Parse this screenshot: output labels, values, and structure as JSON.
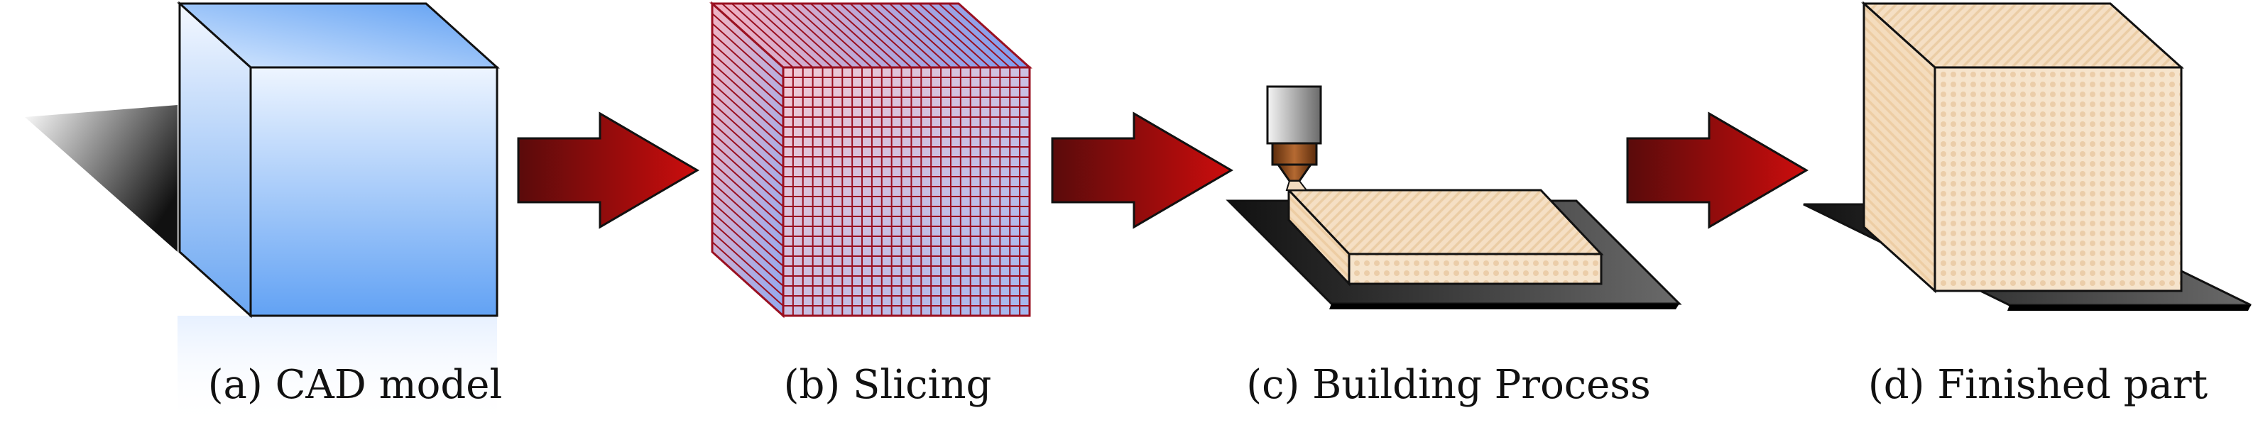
{
  "steps": [
    {
      "label": "(a) CAD model",
      "icon": "cube-icon"
    },
    {
      "label": "(b) Slicing",
      "icon": "sliced-cube-icon"
    },
    {
      "label": "(c) Building Process",
      "icon": "printer-nozzle-icon"
    },
    {
      "label": "(d) Finished part",
      "icon": "finished-cube-icon"
    }
  ],
  "colors": {
    "cube_light": "#eaf3ff",
    "cube_dark": "#6aa8f5",
    "slice_lines": "#b0182b",
    "arrow_dark": "#5a0b0b",
    "arrow_light": "#c40d0d",
    "print_material": "#f2dcc0",
    "build_plate": "#1e1e1e",
    "nozzle": "#8a4a1c"
  }
}
